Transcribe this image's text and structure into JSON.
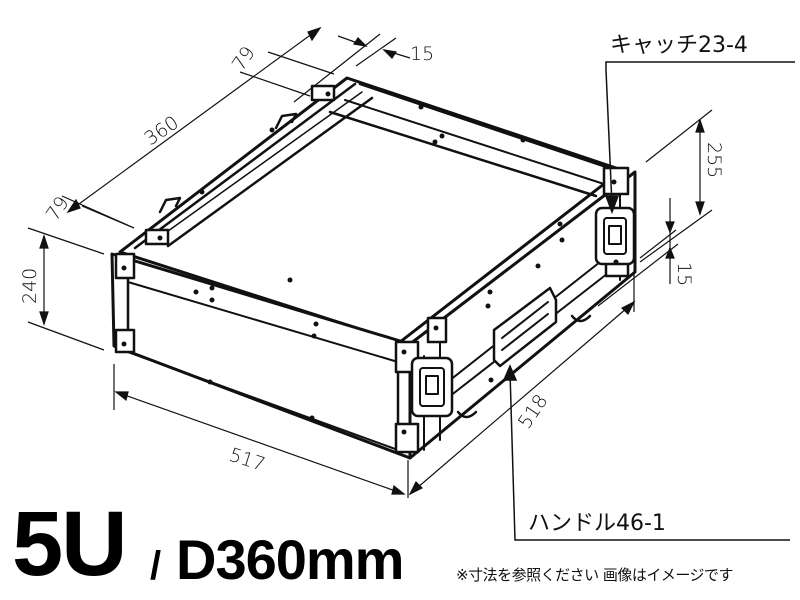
{
  "product": {
    "size_label": "5U",
    "separator": "/",
    "depth_label": "D360mm",
    "note": "※寸法を参照ください 画像はイメージです"
  },
  "dimensions": {
    "top_depth_front_offset": "79",
    "top_depth_rear_offset": "79",
    "inner_depth": "360",
    "lid_gap": "15",
    "front_height": "240",
    "side_height": "255",
    "side_bottom_gap": "15",
    "width": "517",
    "length": "518"
  },
  "callouts": {
    "catch": "キャッチ23-4",
    "handle": "ハンドル46-1"
  },
  "colors": {
    "line": "#111111",
    "background": "#ffffff"
  }
}
